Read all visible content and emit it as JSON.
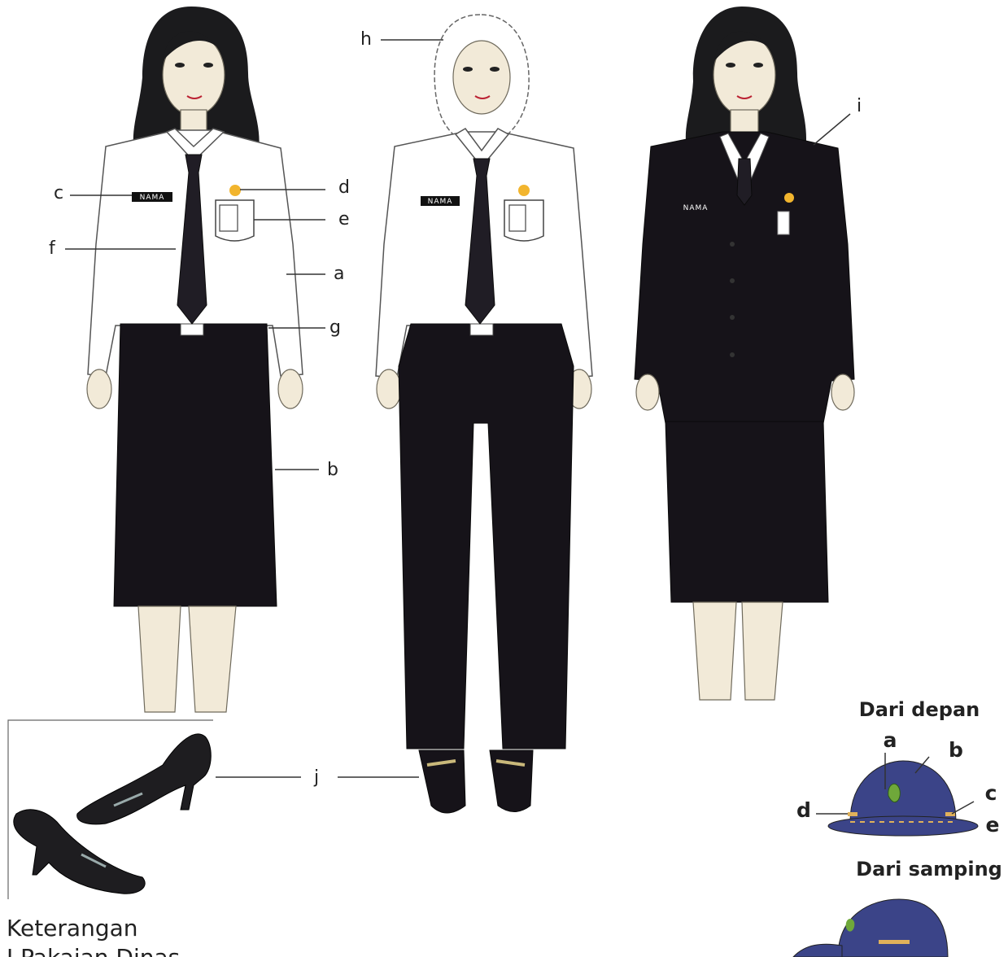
{
  "labels": {
    "a": "a",
    "b": "b",
    "c": "c",
    "d": "d",
    "e": "e",
    "f": "f",
    "g": "g",
    "h": "h",
    "i": "i",
    "j": "j"
  },
  "name_tag": "NAMA",
  "cap": {
    "front_title": "Dari depan",
    "side_title": "Dari samping",
    "parts": {
      "a": "a",
      "b": "b",
      "c": "c",
      "d": "d",
      "e": "e"
    },
    "colors": {
      "cap": "#3b4488",
      "emblem": "#6fa83a",
      "stripe": "#e0b15a"
    }
  },
  "footer": {
    "heading": "Keterangan",
    "line1": "I    Pakaian Dinas"
  }
}
